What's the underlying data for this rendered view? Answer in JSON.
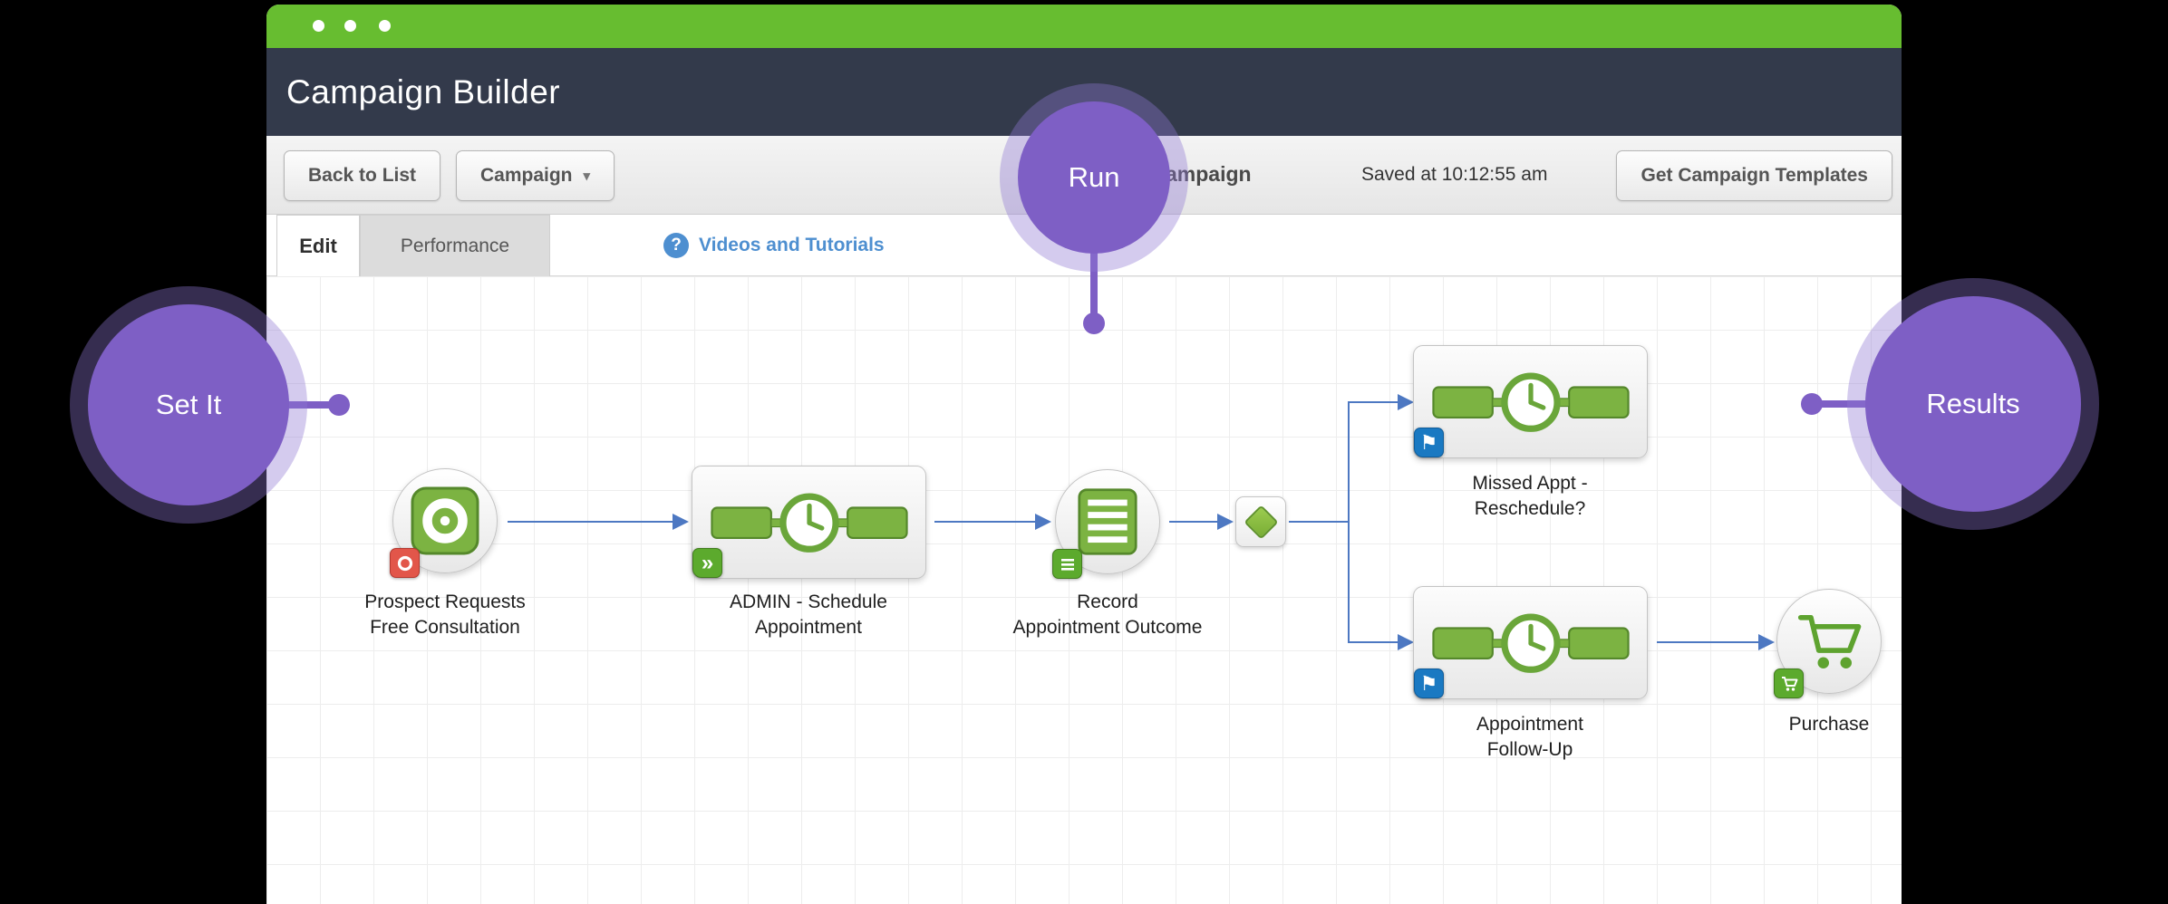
{
  "app": {
    "title": "Campaign Builder"
  },
  "toolbar": {
    "back": "Back to List",
    "campaign": "Campaign",
    "name_partial": "ampaign",
    "saved": "Saved at 10:12:55 am",
    "templates": "Get Campaign Templates"
  },
  "tabs": {
    "edit": "Edit",
    "performance": "Performance",
    "help": "Videos and Tutorials"
  },
  "icons": {
    "help_glyph": "?",
    "caret_glyph": "▾",
    "chevrons_glyph": "»",
    "flag_glyph": "⚑"
  },
  "overlays": {
    "set_it": "Set It",
    "run": "Run",
    "results": "Results"
  },
  "flow": {
    "nodes": [
      {
        "id": "prospect-goal",
        "line1": "Prospect Requests",
        "line2": "Free Consultation"
      },
      {
        "id": "admin-schedule-sequence",
        "line1": "ADMIN - Schedule",
        "line2": "Appointment"
      },
      {
        "id": "record-outcome",
        "line1": "Record",
        "line2": "Appointment Outcome"
      },
      {
        "id": "missed-appt-sequence",
        "line1": "Missed Appt -",
        "line2": "Reschedule?"
      },
      {
        "id": "followup-sequence",
        "line1": "Appointment",
        "line2": "Follow-Up"
      },
      {
        "id": "purchase-goal",
        "line1": "Purchase",
        "line2": ""
      }
    ]
  },
  "colors": {
    "brand_green": "#67bd30",
    "header_dark": "#333a4b",
    "node_green": "#7cb342",
    "arrow_blue": "#4d78c2",
    "accent_purple": "#7e5fc5",
    "badge_red": "#e2564a",
    "badge_green": "#5caa2d",
    "badge_blue": "#1a79c2",
    "link_blue": "#4e8fd0"
  }
}
